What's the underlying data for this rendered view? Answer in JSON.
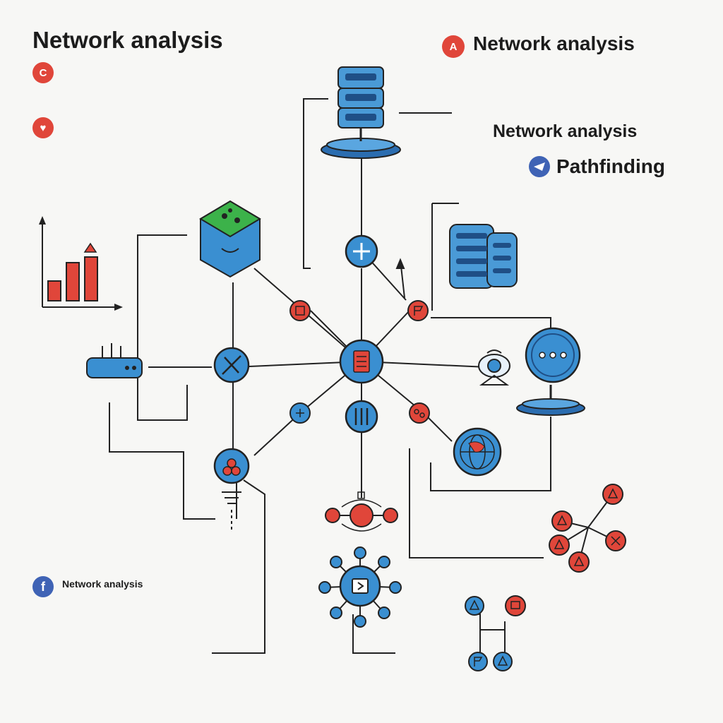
{
  "colors": {
    "blue": "#3a8fd1",
    "blue_dark": "#1f4f86",
    "red": "#e0463a",
    "green": "#3cb24a",
    "navy": "#3f63b5",
    "line": "#222222",
    "background": "#f7f7f5"
  },
  "headings": {
    "main_title": "Network analysis",
    "right_title_1": "Network analysis",
    "right_title_2": "Network analysis",
    "pathfinding": "Pathfinding"
  },
  "badges": {
    "top_left": "C",
    "top_right": "A",
    "facebook": "f"
  },
  "paragraphs": {
    "top_left": "",
    "left_middle": "",
    "top_right": "",
    "pathfinding_body": "",
    "right_middle": "",
    "left_lower": "",
    "bottom_left": "",
    "bottom_right": ""
  },
  "icons": [
    "server-stack-icon",
    "database-stack-icon",
    "green-cube-icon",
    "router-icon",
    "bar-chart-icon",
    "globe-icon",
    "webcam-icon",
    "chat-bubble-icon",
    "hub-icon",
    "triangle-cluster-icon",
    "facebook-icon"
  ]
}
